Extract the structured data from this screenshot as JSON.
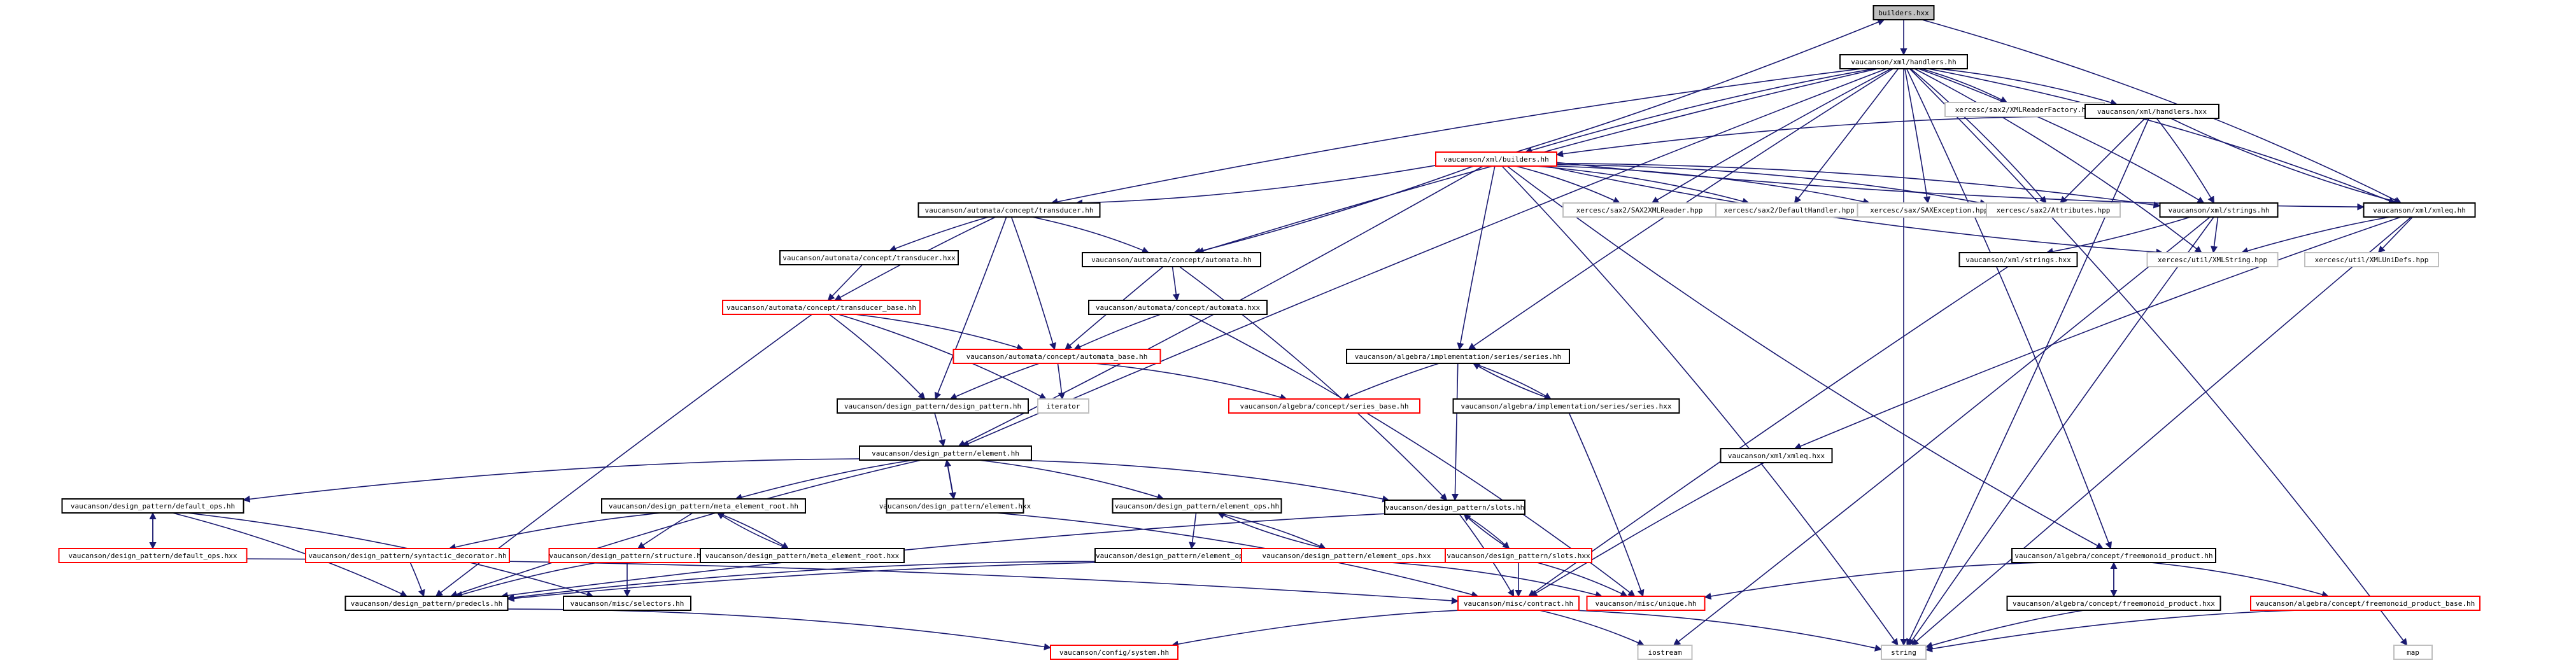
{
  "colors": {
    "edge": "#191970",
    "border_normal": "#000000",
    "border_missing": "#bfbfbf",
    "border_red": "#ff0000",
    "fill_root": "#bfbfbf",
    "fill_normal": "#ffffff"
  },
  "nodes": [
    {
      "id": "n0",
      "label": "builders.hxx",
      "style": "root"
    },
    {
      "id": "n1",
      "label": "vaucanson/xml/handlers.hh",
      "style": "normal"
    },
    {
      "id": "n2",
      "label": "xercesc/sax2/XMLReaderFactory.hpp",
      "style": "missing"
    },
    {
      "id": "n3",
      "label": "vaucanson/xml/handlers.hxx",
      "style": "normal"
    },
    {
      "id": "n4",
      "label": "vaucanson/xml/builders.hh",
      "style": "red"
    },
    {
      "id": "n5",
      "label": "xercesc/sax2/SAX2XMLReader.hpp",
      "style": "missing"
    },
    {
      "id": "n6",
      "label": "xercesc/sax2/DefaultHandler.hpp",
      "style": "missing"
    },
    {
      "id": "n7",
      "label": "xercesc/sax/SAXException.hpp",
      "style": "missing"
    },
    {
      "id": "n8",
      "label": "xercesc/sax2/Attributes.hpp",
      "style": "missing"
    },
    {
      "id": "n9",
      "label": "vaucanson/xml/strings.hh",
      "style": "normal"
    },
    {
      "id": "n10",
      "label": "vaucanson/xml/xmleq.hh",
      "style": "normal"
    },
    {
      "id": "n11",
      "label": "vaucanson/automata/concept/transducer.hh",
      "style": "normal"
    },
    {
      "id": "n12",
      "label": "vaucanson/automata/concept/transducer.hxx",
      "style": "normal"
    },
    {
      "id": "n13",
      "label": "vaucanson/automata/concept/automata.hh",
      "style": "normal"
    },
    {
      "id": "n14",
      "label": "vaucanson/xml/strings.hxx",
      "style": "normal"
    },
    {
      "id": "n15",
      "label": "xercesc/util/XMLString.hpp",
      "style": "missing"
    },
    {
      "id": "n16",
      "label": "xercesc/util/XMLUniDefs.hpp",
      "style": "missing"
    },
    {
      "id": "n17",
      "label": "vaucanson/automata/concept/transducer_base.hh",
      "style": "red"
    },
    {
      "id": "n18",
      "label": "vaucanson/automata/concept/automata.hxx",
      "style": "normal"
    },
    {
      "id": "n19",
      "label": "vaucanson/automata/concept/automata_base.hh",
      "style": "red"
    },
    {
      "id": "n20",
      "label": "vaucanson/algebra/implementation/series/series.hh",
      "style": "normal"
    },
    {
      "id": "n21",
      "label": "vaucanson/design_pattern/design_pattern.hh",
      "style": "normal"
    },
    {
      "id": "n22",
      "label": "iterator",
      "style": "missing"
    },
    {
      "id": "n23",
      "label": "vaucanson/algebra/concept/series_base.hh",
      "style": "red"
    },
    {
      "id": "n24",
      "label": "vaucanson/algebra/implementation/series/series.hxx",
      "style": "normal"
    },
    {
      "id": "n25",
      "label": "vaucanson/design_pattern/element.hh",
      "style": "normal"
    },
    {
      "id": "n26",
      "label": "vaucanson/xml/xmleq.hxx",
      "style": "normal"
    },
    {
      "id": "n27",
      "label": "vaucanson/design_pattern/default_ops.hh",
      "style": "normal"
    },
    {
      "id": "n28",
      "label": "vaucanson/design_pattern/meta_element_root.hh",
      "style": "normal"
    },
    {
      "id": "n29",
      "label": "vaucanson/design_pattern/element.hxx",
      "style": "normal"
    },
    {
      "id": "n30",
      "label": "vaucanson/design_pattern/element_ops.hh",
      "style": "normal"
    },
    {
      "id": "n31",
      "label": "vaucanson/design_pattern/slots.hh",
      "style": "normal"
    },
    {
      "id": "n32",
      "label": "vaucanson/design_pattern/default_ops.hxx",
      "style": "red"
    },
    {
      "id": "n33",
      "label": "vaucanson/design_pattern/syntactic_decorator.hh",
      "style": "red"
    },
    {
      "id": "n34",
      "label": "vaucanson/design_pattern/structure.hh",
      "style": "red"
    },
    {
      "id": "n35",
      "label": "vaucanson/design_pattern/meta_element_root.hxx",
      "style": "normal"
    },
    {
      "id": "n36",
      "label": "vaucanson/design_pattern/element_op_traits.hh",
      "style": "normal"
    },
    {
      "id": "n37",
      "label": "vaucanson/design_pattern/element_ops.hxx",
      "style": "red"
    },
    {
      "id": "n38",
      "label": "vaucanson/design_pattern/slots.hxx",
      "style": "red"
    },
    {
      "id": "n39",
      "label": "vaucanson/algebra/concept/freemonoid_product.hh",
      "style": "normal"
    },
    {
      "id": "n40",
      "label": "vaucanson/algebra/concept/freemonoid_product.hxx",
      "style": "normal"
    },
    {
      "id": "n41",
      "label": "vaucanson/algebra/concept/freemonoid_product_base.hh",
      "style": "red"
    },
    {
      "id": "n42",
      "label": "vaucanson/design_pattern/predecls.hh",
      "style": "normal"
    },
    {
      "id": "n43",
      "label": "vaucanson/misc/selectors.hh",
      "style": "normal"
    },
    {
      "id": "n44",
      "label": "vaucanson/misc/contract.hh",
      "style": "red"
    },
    {
      "id": "n45",
      "label": "vaucanson/misc/unique.hh",
      "style": "red"
    },
    {
      "id": "n46",
      "label": "vaucanson/config/system.hh",
      "style": "red"
    },
    {
      "id": "n47",
      "label": "iostream",
      "style": "missing"
    },
    {
      "id": "n48",
      "label": "string",
      "style": "missing"
    },
    {
      "id": "n49",
      "label": "map",
      "style": "missing"
    }
  ],
  "edges": [
    [
      "n0",
      "n1"
    ],
    [
      "n0",
      "n10"
    ],
    [
      "n1",
      "n2"
    ],
    [
      "n1",
      "n3"
    ],
    [
      "n1",
      "n4"
    ],
    [
      "n1",
      "n5"
    ],
    [
      "n1",
      "n6"
    ],
    [
      "n1",
      "n7"
    ],
    [
      "n1",
      "n8"
    ],
    [
      "n1",
      "n9"
    ],
    [
      "n1",
      "n10"
    ],
    [
      "n1",
      "n11"
    ],
    [
      "n1",
      "n13"
    ],
    [
      "n1",
      "n20"
    ],
    [
      "n1",
      "n25"
    ],
    [
      "n1",
      "n39"
    ],
    [
      "n1",
      "n48"
    ],
    [
      "n1",
      "n49"
    ],
    [
      "n1",
      "n15"
    ],
    [
      "n3",
      "n4"
    ],
    [
      "n3",
      "n8"
    ],
    [
      "n3",
      "n9"
    ],
    [
      "n3",
      "n10"
    ],
    [
      "n3",
      "n48"
    ],
    [
      "n4",
      "n0"
    ],
    [
      "n4",
      "n5"
    ],
    [
      "n4",
      "n6"
    ],
    [
      "n4",
      "n7"
    ],
    [
      "n4",
      "n8"
    ],
    [
      "n4",
      "n9"
    ],
    [
      "n4",
      "n10"
    ],
    [
      "n4",
      "n11"
    ],
    [
      "n4",
      "n13"
    ],
    [
      "n4",
      "n20"
    ],
    [
      "n4",
      "n25"
    ],
    [
      "n4",
      "n39"
    ],
    [
      "n4",
      "n48"
    ],
    [
      "n4",
      "n15"
    ],
    [
      "n9",
      "n14"
    ],
    [
      "n9",
      "n15"
    ],
    [
      "n9",
      "n48"
    ],
    [
      "n9",
      "n47"
    ],
    [
      "n10",
      "n15"
    ],
    [
      "n10",
      "n16"
    ],
    [
      "n10",
      "n26"
    ],
    [
      "n10",
      "n48"
    ],
    [
      "n14",
      "n44"
    ],
    [
      "n11",
      "n12"
    ],
    [
      "n11",
      "n17"
    ],
    [
      "n11",
      "n19"
    ],
    [
      "n11",
      "n21"
    ],
    [
      "n11",
      "n13"
    ],
    [
      "n12",
      "n17"
    ],
    [
      "n17",
      "n19"
    ],
    [
      "n17",
      "n21"
    ],
    [
      "n17",
      "n22"
    ],
    [
      "n17",
      "n42"
    ],
    [
      "n13",
      "n18"
    ],
    [
      "n13",
      "n19"
    ],
    [
      "n13",
      "n31"
    ],
    [
      "n18",
      "n19"
    ],
    [
      "n18",
      "n45"
    ],
    [
      "n19",
      "n21"
    ],
    [
      "n19",
      "n22"
    ],
    [
      "n19",
      "n23"
    ],
    [
      "n20",
      "n23"
    ],
    [
      "n20",
      "n24"
    ],
    [
      "n20",
      "n31"
    ],
    [
      "n24",
      "n20"
    ],
    [
      "n24",
      "n45"
    ],
    [
      "n21",
      "n25"
    ],
    [
      "n25",
      "n27"
    ],
    [
      "n25",
      "n28"
    ],
    [
      "n25",
      "n29"
    ],
    [
      "n25",
      "n30"
    ],
    [
      "n25",
      "n31"
    ],
    [
      "n25",
      "n42"
    ],
    [
      "n29",
      "n25"
    ],
    [
      "n29",
      "n44"
    ],
    [
      "n26",
      "n44"
    ],
    [
      "n27",
      "n32"
    ],
    [
      "n27",
      "n42"
    ],
    [
      "n27",
      "n43"
    ],
    [
      "n32",
      "n27"
    ],
    [
      "n32",
      "n44"
    ],
    [
      "n28",
      "n33"
    ],
    [
      "n28",
      "n34"
    ],
    [
      "n28",
      "n35"
    ],
    [
      "n35",
      "n28"
    ],
    [
      "n33",
      "n42"
    ],
    [
      "n34",
      "n42"
    ],
    [
      "n34",
      "n43"
    ],
    [
      "n30",
      "n36"
    ],
    [
      "n30",
      "n37"
    ],
    [
      "n36",
      "n42"
    ],
    [
      "n37",
      "n30"
    ],
    [
      "n37",
      "n42"
    ],
    [
      "n37",
      "n45"
    ],
    [
      "n31",
      "n38"
    ],
    [
      "n31",
      "n44"
    ],
    [
      "n31",
      "n42"
    ],
    [
      "n38",
      "n31"
    ],
    [
      "n38",
      "n44"
    ],
    [
      "n38",
      "n45"
    ],
    [
      "n39",
      "n40"
    ],
    [
      "n39",
      "n41"
    ],
    [
      "n39",
      "n45"
    ],
    [
      "n40",
      "n39"
    ],
    [
      "n40",
      "n48"
    ],
    [
      "n41",
      "n48"
    ],
    [
      "n42",
      "n46"
    ],
    [
      "n44",
      "n46"
    ],
    [
      "n44",
      "n47"
    ],
    [
      "n44",
      "n48"
    ]
  ]
}
